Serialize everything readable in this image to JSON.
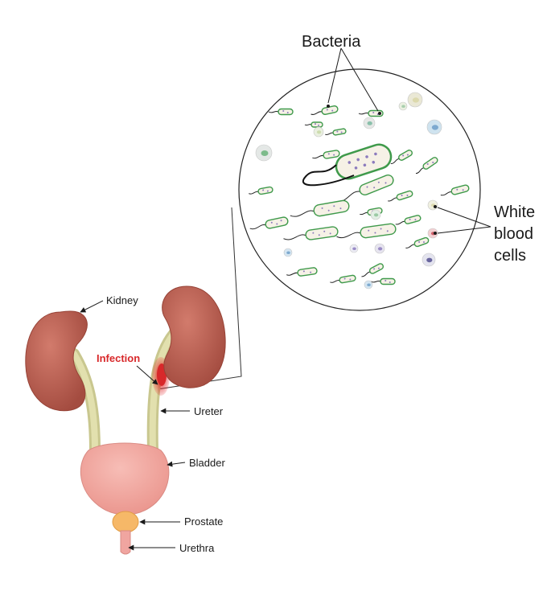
{
  "labels": {
    "bacteria": "Bacteria",
    "white_blood_cells": [
      "White",
      "blood",
      "cells"
    ],
    "kidney": "Kidney",
    "infection": "Infection",
    "ureter": "Ureter",
    "bladder": "Bladder",
    "prostate": "Prostate",
    "urethra": "Urethra"
  },
  "colors": {
    "kidney": "#b5574a",
    "kidney_highlight": "#d27b6c",
    "ureter": "#d8d6a1",
    "bladder": "#f2a9a2",
    "prostate": "#f6b868",
    "infection": "#d8282a",
    "bacteria_outline": "#3f9a4b",
    "bacteria_fill": "#f6f1e6",
    "bacteria_dot": "#8c7bbd"
  }
}
